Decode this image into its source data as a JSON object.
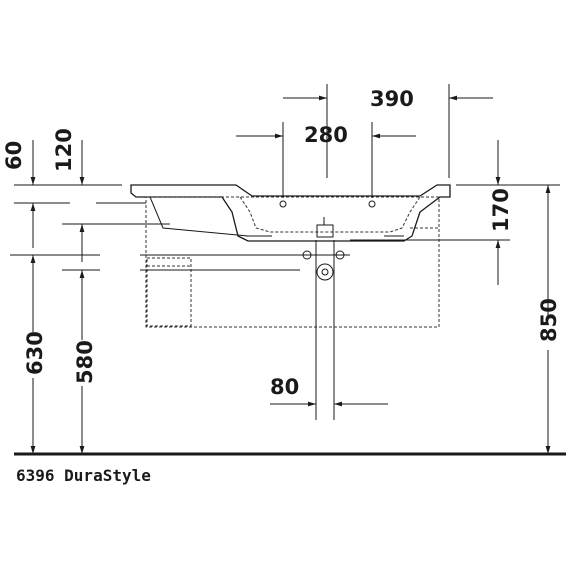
{
  "drawing": {
    "caption": "6396 DuraStyle",
    "dimensions": {
      "d390": "390",
      "d280": "280",
      "d60": "60",
      "d120": "120",
      "d170": "170",
      "d850": "850",
      "d630": "630",
      "d580": "580",
      "d80": "80"
    }
  }
}
